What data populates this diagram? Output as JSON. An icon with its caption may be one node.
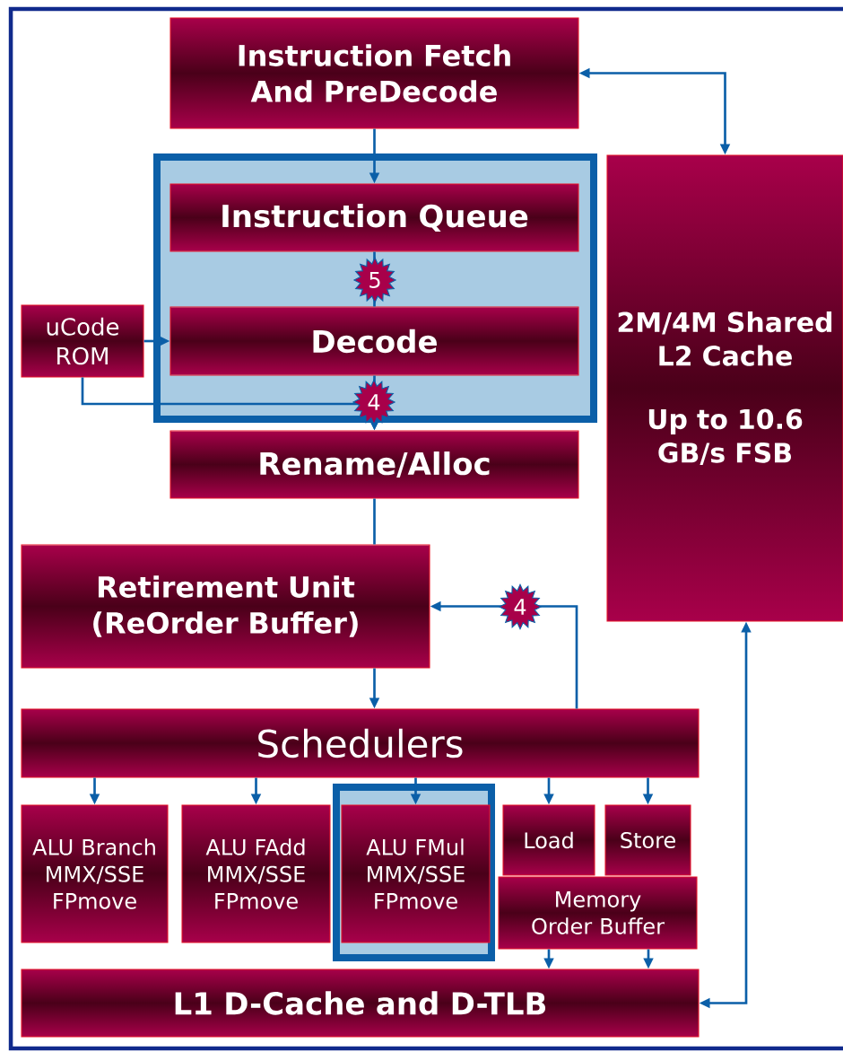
{
  "diagram": {
    "nodes": [
      {
        "text": [
          "Instruction Fetch And PreDecode"
        ]
      },
      {
        "text": [],
        "shape": "box"
      },
      {
        "text": [
          "Instruction Queue"
        ],
        "in": 1
      },
      {
        "text": [
          "Decode"
        ],
        "in": 1
      },
      {
        "text": [
          "uCode ROM"
        ]
      },
      {
        "text": [
          "Rename/Alloc"
        ]
      },
      {
        "text": [
          "2M/4M Shared L2 Cache",
          "Up to 10.6 GB/s FSB"
        ]
      },
      {
        "text": [
          "Retirement Unit (ReOrder Buffer)"
        ]
      },
      {
        "text": [
          "Schedulers"
        ]
      },
      {
        "text": [
          "ALU Branch MMX/SSE FPmove"
        ]
      },
      {
        "text": [
          "ALU FAdd MMX/SSE FPmove"
        ]
      },
      {
        "text": [],
        "shape": "box"
      },
      {
        "text": [
          "ALU FMul MMX/SSE FPmove"
        ],
        "in": 11
      },
      {
        "text": [
          "Load"
        ]
      },
      {
        "text": [
          "Store"
        ]
      },
      {
        "text": [
          "Memory Order Buffer"
        ]
      },
      {
        "text": [
          "L1 D-Cache and D-TLB"
        ]
      }
    ],
    "edges": [
      {
        "from": 0,
        "to": 2,
        "arrow": "to"
      },
      {
        "from": 0,
        "to": 6,
        "arrow": "both"
      },
      {
        "from": 2,
        "to": 3,
        "arrow": "none",
        "label": "5"
      },
      {
        "from": 4,
        "to": 3,
        "arrow": "to"
      },
      {
        "from": 3,
        "to": 5,
        "arrow": "to",
        "label": "4"
      },
      {
        "from": 4,
        "to": 5,
        "arrow": "to"
      },
      {
        "from": 5,
        "to": 7,
        "arrow": "none"
      },
      {
        "from": 7,
        "to": 8,
        "arrow": "to"
      },
      {
        "from": 8,
        "to": 7,
        "arrow": "to",
        "label": "4"
      },
      {
        "from": 8,
        "to": 9,
        "arrow": "to"
      },
      {
        "from": 8,
        "to": 10,
        "arrow": "to"
      },
      {
        "from": 8,
        "to": 12,
        "arrow": "to"
      },
      {
        "from": 8,
        "to": 13,
        "arrow": "to"
      },
      {
        "from": 8,
        "to": 14,
        "arrow": "to"
      },
      {
        "from": 15,
        "to": 16,
        "arrow": "to"
      },
      {
        "from": 15,
        "to": 16,
        "arrow": "to"
      },
      {
        "from": 16,
        "to": 6,
        "arrow": "both"
      }
    ]
  }
}
